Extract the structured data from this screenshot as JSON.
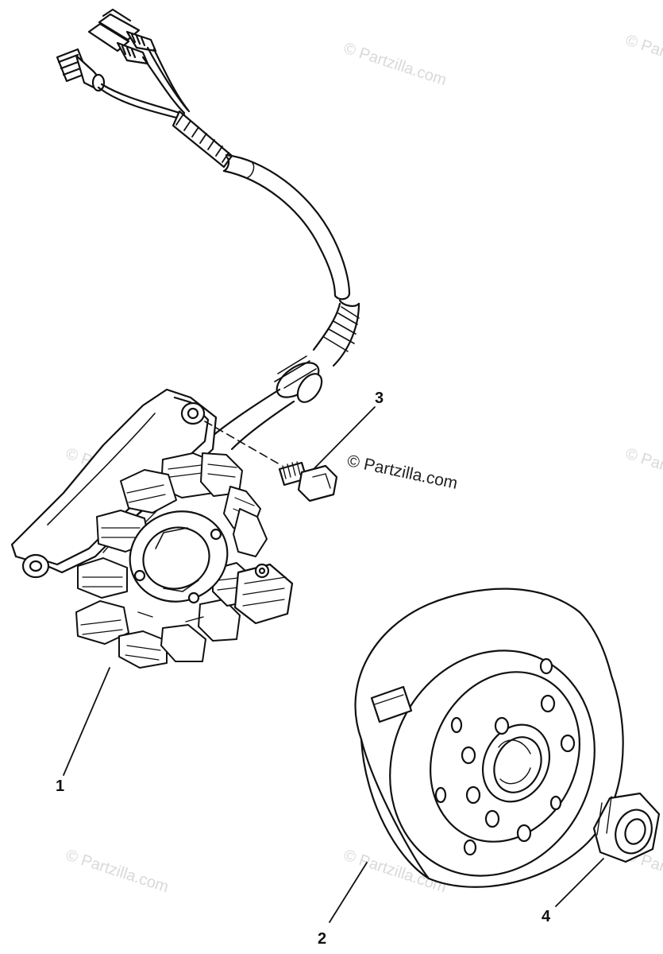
{
  "watermark": {
    "text": "© Partzilla.com"
  },
  "callouts": {
    "part1": "1",
    "part2": "2",
    "part3": "3",
    "part4": "4"
  },
  "parts": [
    {
      "name": "stator-assembly",
      "callout": "1"
    },
    {
      "name": "rotor-flywheel",
      "callout": "2"
    },
    {
      "name": "screw",
      "callout": "3"
    },
    {
      "name": "nut",
      "callout": "4"
    }
  ]
}
